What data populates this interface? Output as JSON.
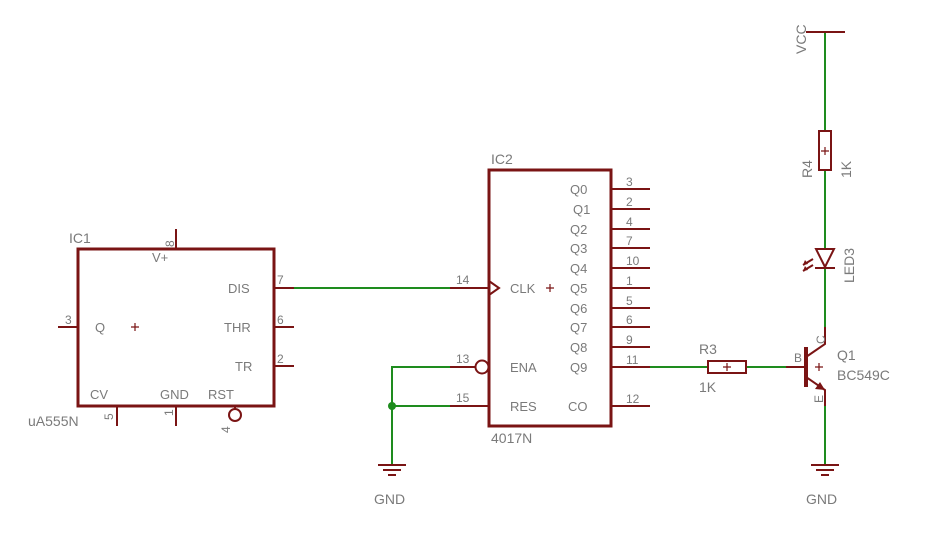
{
  "ic1": {
    "name": "IC1",
    "value": "uA555N",
    "pins": {
      "vplus": {
        "label": "V+",
        "num": "8"
      },
      "dis": {
        "label": "DIS",
        "num": "7"
      },
      "q": {
        "label": "Q",
        "num": "3"
      },
      "thr": {
        "label": "THR",
        "num": "6"
      },
      "tr": {
        "label": "TR",
        "num": "2"
      },
      "cv": {
        "label": "CV",
        "num": "5"
      },
      "gnd": {
        "label": "GND",
        "num": "1"
      },
      "rst": {
        "label": "RST",
        "num": "4"
      }
    }
  },
  "ic2": {
    "name": "IC2",
    "value": "4017N",
    "outputs": [
      {
        "label": "Q0",
        "num": "3"
      },
      {
        "label": "Q1",
        "num": "2"
      },
      {
        "label": "Q2",
        "num": "4"
      },
      {
        "label": "Q3",
        "num": "7"
      },
      {
        "label": "Q4",
        "num": "10"
      },
      {
        "label": "Q5",
        "num": "1"
      },
      {
        "label": "Q6",
        "num": "5"
      },
      {
        "label": "Q7",
        "num": "6"
      },
      {
        "label": "Q8",
        "num": "9"
      },
      {
        "label": "Q9",
        "num": "11"
      },
      {
        "label": "CO",
        "num": "12"
      }
    ],
    "inputs": [
      {
        "label": "CLK",
        "num": "14"
      },
      {
        "label": "ENA",
        "num": "13"
      },
      {
        "label": "RES",
        "num": "15"
      }
    ]
  },
  "r3": {
    "name": "R3",
    "value": "1K"
  },
  "r4": {
    "name": "R4",
    "value": "1K"
  },
  "led": {
    "name": "LED3"
  },
  "q1": {
    "name": "Q1",
    "value": "BC549C",
    "pin_b": "B",
    "pin_c": "C",
    "pin_e": "E"
  },
  "supply": {
    "vcc": "VCC",
    "gnd_left": "GND",
    "gnd_right": "GND"
  },
  "colors": {
    "component": "#7a1414",
    "wire": "#1e8c1e",
    "text": "#7a7a7a"
  }
}
